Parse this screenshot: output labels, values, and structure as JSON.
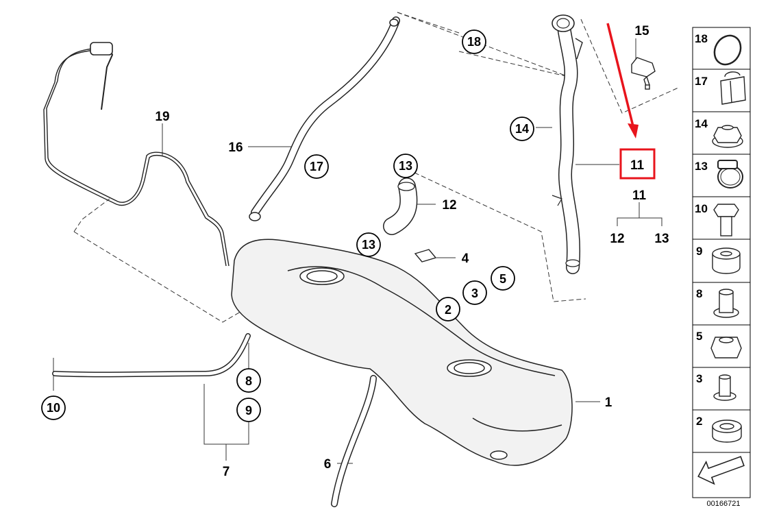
{
  "diagram": {
    "id_code": "00166721",
    "highlight_color": "#e8141c",
    "callouts": {
      "c18": "18",
      "c17": "17",
      "c14": "14",
      "c13a": "13",
      "c13b": "13",
      "c2": "2",
      "c3": "3",
      "c5": "5",
      "c8": "8",
      "c9": "9",
      "c10": "10"
    },
    "plain_labels": {
      "l19": "19",
      "l16": "16",
      "l15": "15",
      "l12": "12",
      "l4": "4",
      "l11": "11",
      "l11b": "11",
      "l12b": "12",
      "l13b": "13",
      "l1": "1",
      "l6": "6",
      "l7": "7"
    },
    "highlighted_label": "11",
    "sidebar_items": [
      {
        "label": "18",
        "icon": "o-ring-icon"
      },
      {
        "label": "17",
        "icon": "clip-icon"
      },
      {
        "label": "14",
        "icon": "collar-nut-icon"
      },
      {
        "label": "13",
        "icon": "hose-clamp-icon"
      },
      {
        "label": "10",
        "icon": "hex-bolt-icon"
      },
      {
        "label": "9",
        "icon": "rubber-bushing-icon"
      },
      {
        "label": "8",
        "icon": "spacer-sleeve-icon"
      },
      {
        "label": "5",
        "icon": "hex-nut-icon"
      },
      {
        "label": "3",
        "icon": "plastic-nut-icon"
      },
      {
        "label": "2",
        "icon": "rubber-grommet-icon"
      }
    ]
  }
}
